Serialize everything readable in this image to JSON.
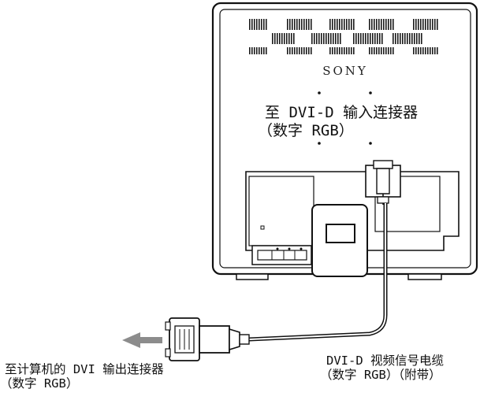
{
  "monitor": {
    "brand": "SONY"
  },
  "callouts": {
    "input_connector": {
      "title": "至 DVI-D 输入连接器",
      "subtitle": "（数字 RGB）"
    },
    "computer_output": {
      "title": "至计算机的 DVI 输出连接器",
      "subtitle": "（数字 RGB）"
    },
    "cable": {
      "title": "DVI-D 视频信号电缆",
      "subtitle": "（数字 RGB）（附带）"
    }
  },
  "colors": {
    "stroke": "#111111",
    "arrow": "#8c8c8c",
    "panel": "#ffffff",
    "vents": "#1a1a1a"
  }
}
